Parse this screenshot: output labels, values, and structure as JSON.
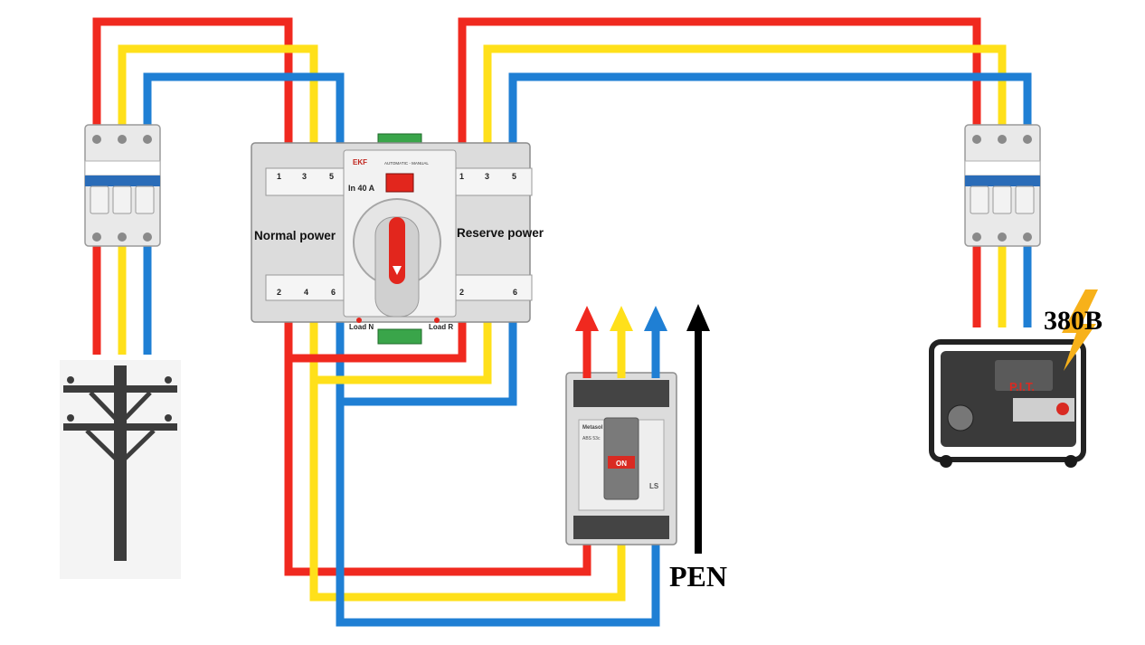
{
  "colors": {
    "phase_l1": "#f0291f",
    "phase_l2": "#ffe01a",
    "phase_l3": "#1f7fd4",
    "pen": "#000000",
    "device_body": "#dcdcdc",
    "lightning": "#f7b11a"
  },
  "ats": {
    "brand": "EKF",
    "rating": "In 40 A",
    "normal_label": "Normal power",
    "reserve_label": "Reserve power",
    "top_terminals": [
      "1",
      "3",
      "5"
    ],
    "bottom_terminals": [
      "2",
      "4",
      "6"
    ],
    "load_n": "Load N",
    "load_r": "Load R",
    "mode_text": "AUTOMATIC - MANUAL"
  },
  "mccb": {
    "brand": "Metasol",
    "model": "ABS 53c",
    "on_label": "ON",
    "maker": "LS"
  },
  "pen_label": "PEN",
  "voltage_label": "380В",
  "generator": {
    "brand": "P.I.T."
  },
  "icons": [
    "utility-pole-icon",
    "generator-icon",
    "lightning-icon"
  ]
}
